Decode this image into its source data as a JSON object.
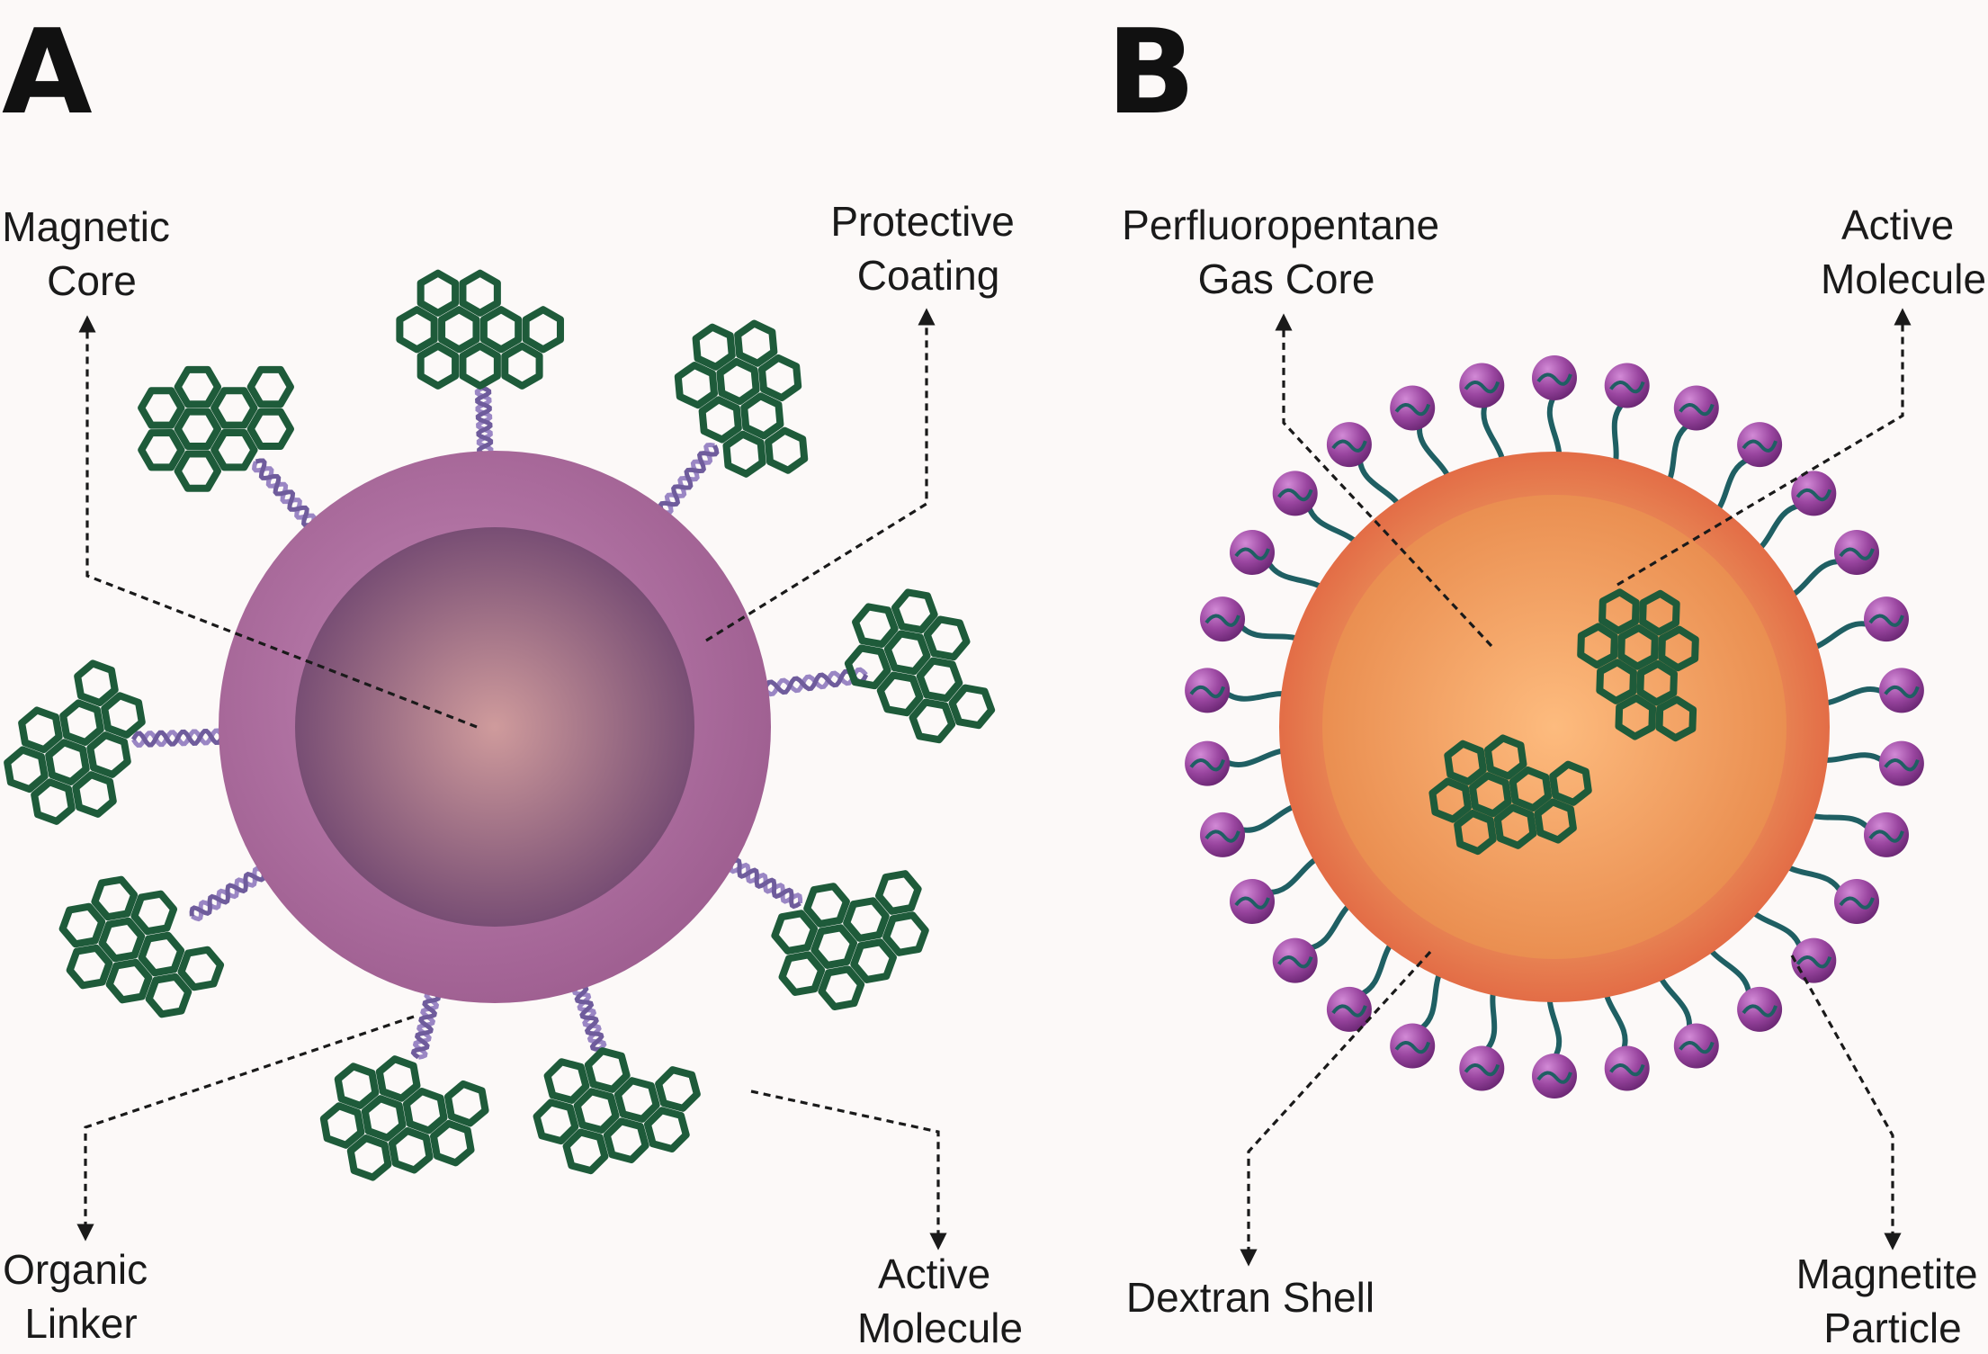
{
  "panels": [
    {
      "id": "A",
      "letter": "A",
      "labels": {
        "magnetic_core": [
          "Magnetic",
          "Core"
        ],
        "protective_coating": [
          "Protective",
          "Coating"
        ],
        "organic_linker": [
          "Organic",
          "Linker"
        ],
        "active_molecule": [
          "Active",
          "Molecule"
        ]
      }
    },
    {
      "id": "B",
      "letter": "B",
      "labels": {
        "gas_core": [
          "Perfluoropentane",
          "Gas Core"
        ],
        "active_molecule": [
          "Active",
          "Molecule"
        ],
        "dextran_shell": [
          "Dextran Shell"
        ],
        "magnetite_particle": [
          "Magnetite",
          "Particle"
        ]
      }
    }
  ],
  "colors": {
    "background": "#fcf9f8",
    "coating": "#b06a9f",
    "core": "#7a4f78",
    "linker": "#9a86c4",
    "molecule": "#1e5b3a",
    "shell": "#e86a47",
    "gas_core": "#f4a35f",
    "magnetite": "#8f3d93",
    "tether": "#1f5f63",
    "leader": "#1a1a1a"
  },
  "icons": {
    "molecule": "polyaromatic-molecule-icon",
    "linker": "dna-helix-linker-icon",
    "particle": "magnetite-sphere-icon"
  }
}
